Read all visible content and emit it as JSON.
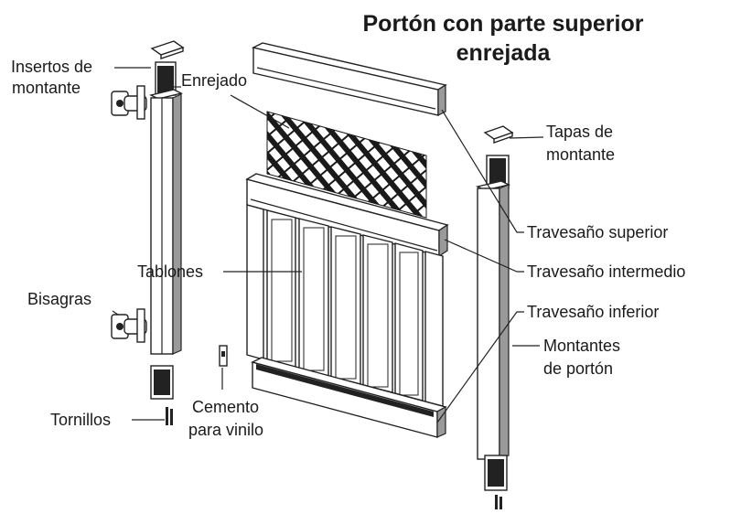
{
  "title": {
    "line1": "Portón con parte superior",
    "line2": "enrejada"
  },
  "labels": {
    "insertos_line1": "Insertos de",
    "insertos_line2": "montante",
    "enrejado": "Enrejado",
    "tapas_line1": "Tapas de",
    "tapas_line2": "montante",
    "travesano_superior": "Travesaño superior",
    "tablones": "Tablones",
    "travesano_intermedio": "Travesaño intermedio",
    "bisagras": "Bisagras",
    "travesano_inferior": "Travesaño inferior",
    "montantes_line1": "Montantes",
    "montantes_line2": "de portón",
    "cemento_line1": "Cemento",
    "cemento_line2": "para vinilo",
    "tornillos": "Tornillos"
  }
}
